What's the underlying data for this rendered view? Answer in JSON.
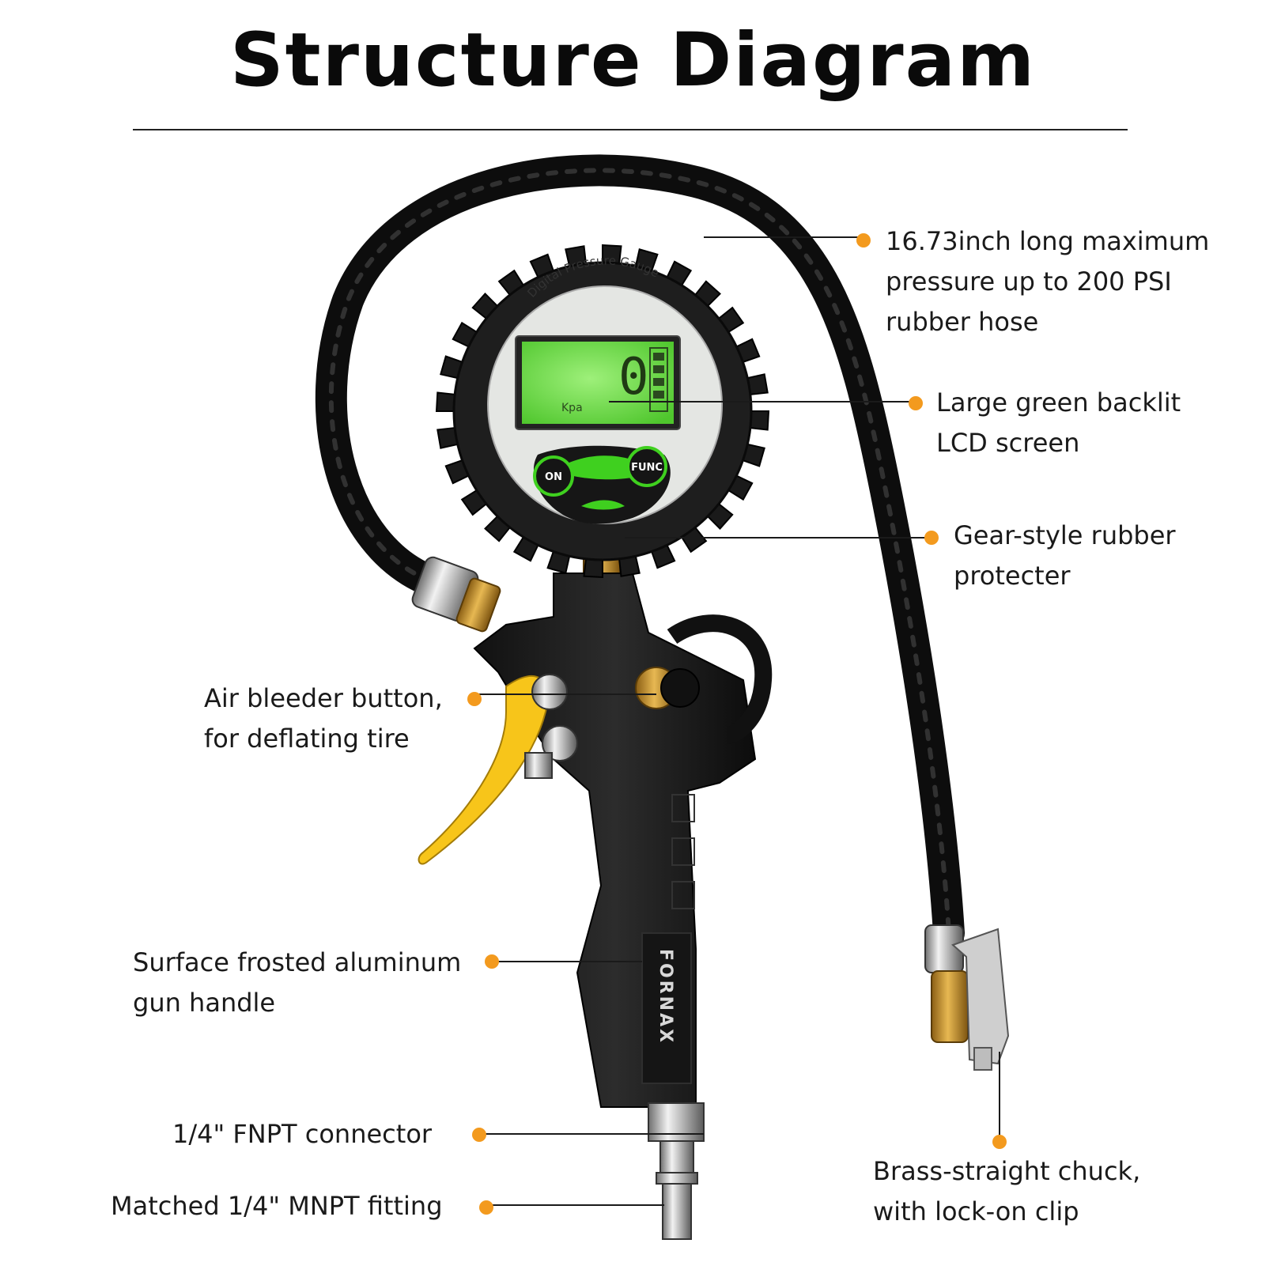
{
  "title": "Structure Diagram",
  "brand": "FORNAX",
  "gauge": {
    "label": "Digital Pressure Gauge",
    "reading": "0",
    "unit": "Kpa",
    "on_label": "ON",
    "func_label": "FUNC"
  },
  "callouts": [
    {
      "id": "hose",
      "lines": [
        "16.73inch long maximum",
        "pressure up to 200 PSI",
        "rubber hose"
      ]
    },
    {
      "id": "lcd",
      "lines": [
        "Large green backlit",
        "LCD screen"
      ]
    },
    {
      "id": "protector",
      "lines": [
        "Gear-style rubber",
        "protecter"
      ]
    },
    {
      "id": "bleeder",
      "lines": [
        "Air bleeder button,",
        "for deflating tire"
      ]
    },
    {
      "id": "handle",
      "lines": [
        "Surface frosted aluminum",
        "gun handle"
      ]
    },
    {
      "id": "fnpt",
      "lines": [
        "1/4\" FNPT connector"
      ]
    },
    {
      "id": "mnpt",
      "lines": [
        "Matched 1/4\" MNPT fitting"
      ]
    },
    {
      "id": "chuck",
      "lines": [
        "Brass-straight chuck,",
        "with lock-on clip"
      ]
    }
  ],
  "colors": {
    "accent_dot": "#f39a1e",
    "leader_line": "#1a1a1a",
    "lcd_green": "#6fe24a",
    "trigger_yellow": "#f7c51a",
    "body_black": "#1b1b1b",
    "brass": "#c8962e"
  }
}
